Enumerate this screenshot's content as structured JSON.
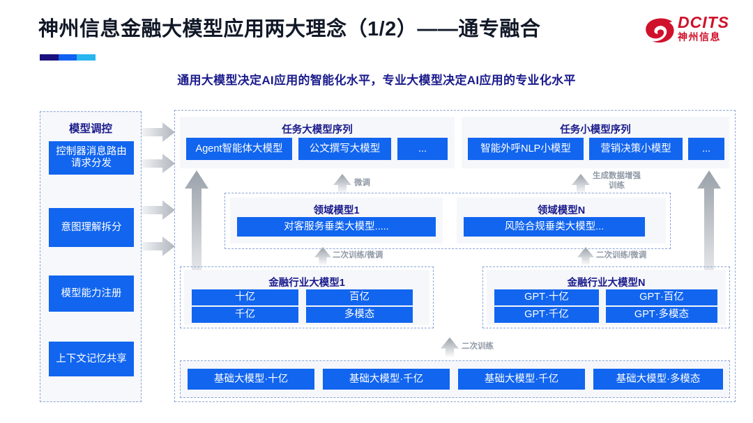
{
  "header": {
    "title": "神州信息金融大模型应用两大理念（1/2）——通专融合",
    "subtitle": "通用大模型决定AI应用的智能化水平，专业大模型决定AI应用的专业化水平",
    "logo": {
      "en": "DCITS",
      "cn": "神州信息",
      "color": "#d0112b"
    }
  },
  "accent_colors": [
    "#1a107e",
    "#1160ef",
    "#27b6ef"
  ],
  "theme": {
    "blue": "#1165ef",
    "navy": "#1a1a8c",
    "dashed": "#8aa4d8",
    "panel_bg": "#f6f7fa",
    "arrow_grey": "#b9bec6"
  },
  "control_column": {
    "title": "模型调控",
    "items": [
      {
        "label": "控制器消息路由请求分发"
      },
      {
        "label": "意图理解拆分"
      },
      {
        "label": "模型能力注册"
      },
      {
        "label": "上下文记忆共享"
      }
    ]
  },
  "task_large": {
    "title": "任务大模型序列",
    "items": [
      "Agent智能体大模型",
      "公文撰写大模型",
      "..."
    ]
  },
  "task_small": {
    "title": "任务小模型序列",
    "items": [
      "智能外呼NLP小模型",
      "营销决策小模型",
      "..."
    ]
  },
  "domain_left": {
    "title": "领域模型1",
    "items": [
      "对客服务垂类大模型....."
    ]
  },
  "domain_right": {
    "title": "领域模型N",
    "items": [
      "风险合规垂类大模型..."
    ]
  },
  "industry_left": {
    "title": "金融行业大模型1",
    "items": [
      "十亿",
      "百亿",
      "千亿",
      "多模态"
    ]
  },
  "industry_right": {
    "title": "金融行业大模型N",
    "items": [
      "GPT·十亿",
      "GPT·百亿",
      "GPT·千亿",
      "GPT·多模态"
    ]
  },
  "foundation": {
    "items": [
      "基础大模型·十亿",
      "基础大模型·千亿",
      "基础大模型·千亿",
      "基础大模型·多模态"
    ]
  },
  "arrow_labels": {
    "finetune": "微调",
    "data_aug": "生成数据增强\n训练",
    "data_aug_l1": "生成数据增强",
    "data_aug_l2": "训练",
    "retrain_finetune_left": "二次训练/微调",
    "retrain_finetune_right": "二次训练/微调",
    "retrain": "二次训练"
  }
}
